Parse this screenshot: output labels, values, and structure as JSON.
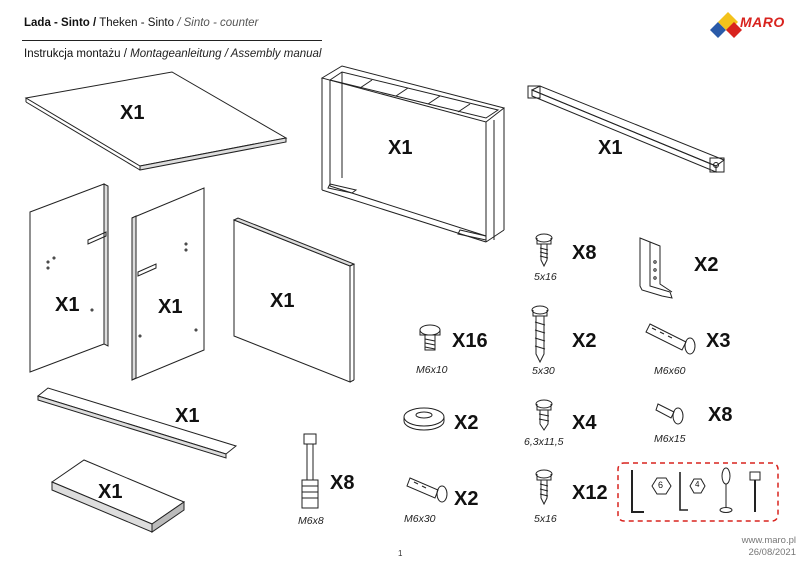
{
  "header": {
    "title_pl": "Lada - Sinto /",
    "title_de": "Theken - Sinto",
    "title_en": "/ Sinto - counter",
    "manual_pl": "Instrukcja montażu /",
    "manual_de": "Montageanleitung",
    "manual_en": "/ Assembly manual"
  },
  "brand": {
    "logo_text": "MARO",
    "colors": {
      "red": "#d8231e",
      "yellow": "#f3c21b",
      "blue": "#2a5aa8"
    }
  },
  "quantities": {
    "top_panel": "X1",
    "frame": "X1",
    "rail": "X1",
    "side_panel_left": "X1",
    "side_panel_right": "X1",
    "back_panel": "X1",
    "strip": "X1",
    "shelf": "X1",
    "screw_5x16_top": "X8",
    "bracket": "X2",
    "bolt_m6x10": "X16",
    "screw_5x30": "X2",
    "bolt_m6x60": "X3",
    "washer": "X2",
    "screw_6_3x11_5": "X4",
    "bolt_m6x15": "X8",
    "connector_m6x8": "X8",
    "bolt_m6x30": "X2",
    "screw_5x16_bottom": "X12"
  },
  "labels": {
    "screw_5x16_top": "5x16",
    "bolt_m6x10": "M6x10",
    "screw_5x30": "5x30",
    "bolt_m6x60": "M6x60",
    "screw_6_3x11_5": "6,3x11,5",
    "bolt_m6x15": "M6x15",
    "connector_m6x8": "M6x8",
    "bolt_m6x30": "M6x30",
    "screw_5x16_bottom": "5x16"
  },
  "tools": {
    "hex_6": "6",
    "hex_4": "4",
    "border_color": "#d8231e"
  },
  "footer": {
    "site": "www.maro.pl",
    "date": "26/08/2021",
    "page": "1"
  }
}
